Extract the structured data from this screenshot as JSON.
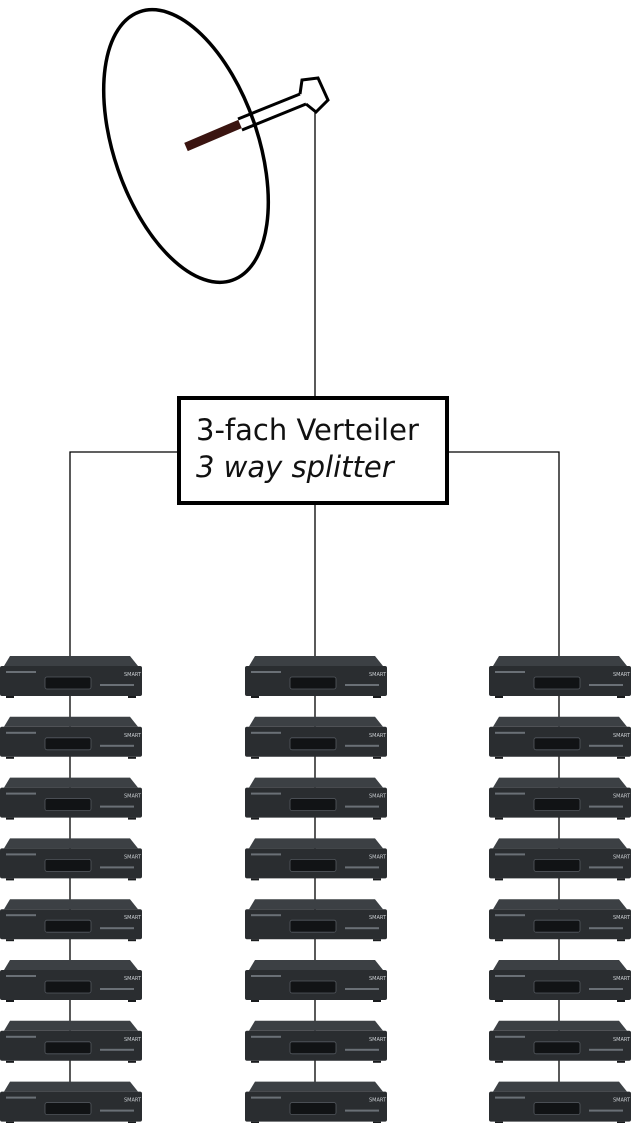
{
  "diagram": {
    "splitter": {
      "label_de": "3-fach Verteiler",
      "label_en": "3 way splitter"
    },
    "receiver_columns": 3,
    "receivers_per_column": 8,
    "receiver_brand_text": "SMART",
    "colors": {
      "line": "#000000",
      "receiver_body": "#2a2d30",
      "receiver_top": "#3c4044",
      "receiver_display": "#111315",
      "lnb_arm": "#3a1410"
    }
  }
}
